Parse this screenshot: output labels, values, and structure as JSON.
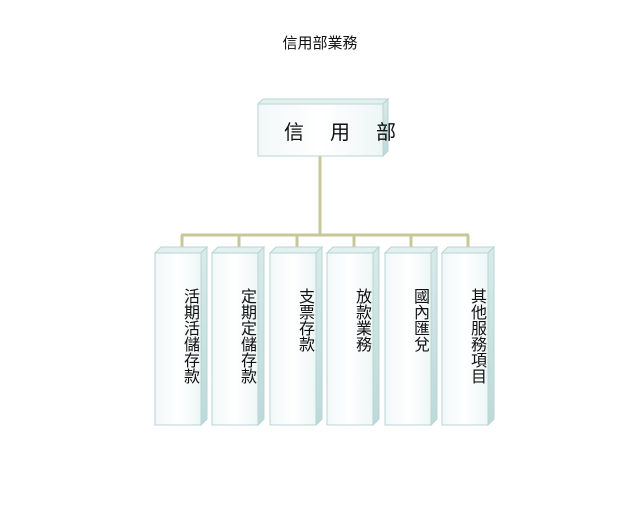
{
  "title": "信用部業務",
  "org": {
    "root": {
      "label": "信用部"
    },
    "children": [
      {
        "label": "活期活儲存款"
      },
      {
        "label": "定期定儲存款"
      },
      {
        "label": "支票存款"
      },
      {
        "label": "放款業務"
      },
      {
        "label": "國內匯兌"
      },
      {
        "label": "其他服務項目"
      }
    ]
  },
  "colors": {
    "connector": "#c8c79a",
    "box_front": "#f7fbfb",
    "box_side": "#c6e0e0",
    "box_top": "#e2f0f0",
    "box_border": "#b9d4d4"
  }
}
